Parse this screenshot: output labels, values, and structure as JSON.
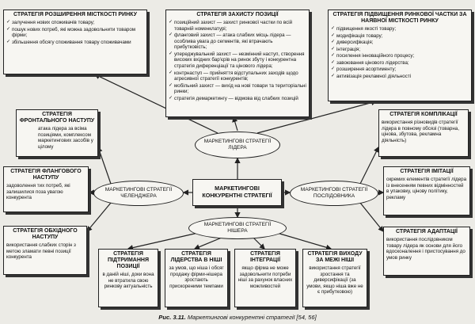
{
  "center": {
    "line1": "МАРКЕТИНГОВІ",
    "line2": "КОНКУРЕНТНІ СТРАТЕГІЇ"
  },
  "ellipses": {
    "leader": {
      "line1": "МАРКЕТИНГОВІ СТРАТЕГІЇ",
      "line2": "ЛІДЕРА"
    },
    "challenger": {
      "line1": "МАРКЕТИНГОВІ СТРАТЕГІЇ",
      "line2": "ЧЕЛЕНДЖЕРА"
    },
    "follower": {
      "line1": "МАРКЕТИНГОВІ СТРАТЕГІЇ",
      "line2": "ПОСЛІДОВНИКА"
    },
    "nicher": {
      "line1": "МАРКЕТИНГОВІ СТРАТЕГІЇ",
      "line2": "НІШЕРА"
    }
  },
  "boxes": {
    "expansion": {
      "title": "СТРАТЕГІЯ РОЗШИРЕННЯ МІСТКОСТІ РИНКУ",
      "items": [
        "залучення нових споживачів товару;",
        "пошук нових потреб, які можна задовольнити товаром фірми;",
        "збільшення обсягу споживання товару споживачами"
      ]
    },
    "defense": {
      "title": "СТРАТЕГІЯ ЗАХИСТУ ПОЗИЦІЇ",
      "items": [
        "позиційний захист — захист ринкової частки по всій товарній номенклатурі;",
        "фланговий захист — атака слабких місць лідера — особлива увага до сегментів, які втрачають прибутковість;",
        "упереджувальний захист — незмінний наступ, створення високих вхідних бар'єрів на ринок збуту і конкурентна стратегія диференціації та цінового лідера;",
        "контрнаступ — прийняття відступальних заходів щодо агресивної стратегії конкурентів;",
        "мобільний захист — вихід на нові товари та територіальні ринки;",
        "стратегія демаркетингу — відмова від слабких позицій"
      ]
    },
    "share": {
      "title": "СТРАТЕГІЯ ПІДВИЩЕННЯ РИНКОВОЇ ЧАСТКИ ЗА НАЯВНОЇ МІСТКОСТІ РИНКУ",
      "items": [
        "підвищення якості товару;",
        "модифікація товару;",
        "диверсифікація;",
        "інтеграція;",
        "посилення інноваційного процесу;",
        "завоювання цінового лідерства;",
        "розширення асортименту;",
        "активізація рекламної діяльності"
      ]
    },
    "frontal": {
      "title": "СТРАТЕГІЯ ФРОНТАЛЬНОГО НАСТУПУ",
      "body": "атака лідера за всіма позиціями, комплексом маркетингових засобів у цілому"
    },
    "flank": {
      "title": "СТРАТЕГІЯ ФЛАНГОВОГО НАСТУПУ",
      "body": "задоволення тих потреб, які залишилися поза увагою конкурента"
    },
    "bypass": {
      "title": "СТРАТЕГІЯ ОБХІДНОГО НАСТУПУ",
      "body": "використання слабких сторін з метою зламати певні позиції конкурента"
    },
    "complication": {
      "title": "СТРАТЕГІЯ КОМПЛІКАЦІЇ",
      "body": "використання різновидів стратегії лідера в повному обсязі (товарна, цінова, збутова, рекламна діяльність)"
    },
    "imitation": {
      "title": "СТРАТЕГІЯ ІМІТАЦІЇ",
      "body": "окремих елементів стратегії лідера із внесенням певних відмінностей в упаковку, цінову політику, рекламу"
    },
    "adaptation": {
      "title": "СТРАТЕГІЯ АДАПТАЦІЇ",
      "body": "використання послідовником товару лідера як основи для його вдосконалення і пристосування до умов ринку"
    },
    "position": {
      "title": "СТРАТЕГІЯ ПІДТРИМАННЯ ПОЗИЦІЇ",
      "body": "в даній ніші, доки вона не втратила свою ринкову актуальність"
    },
    "niche_leader": {
      "title": "СТРАТЕГІЯ ЛІДЕРСТВА В НІШІ",
      "body": "за умов, що ніша і обсяг продажу фірми-нішера зростають прискореними темпами"
    },
    "integration": {
      "title": "СТРАТЕГІЯ ІНТЕГРАЦІЇ",
      "body": "якщо фірма не може задовольнити потреби ніші за рахунок власних можливостей"
    },
    "exit": {
      "title": "СТРАТЕГІЯ ВИХОДУ ЗА МЕЖІ НІШІ",
      "body": "використання стратегії зростання та диверсифікації (за умови, якщо ніша вже не є прибутковою)"
    }
  },
  "caption": {
    "fig": "Рис. 3.11.",
    "text": "Маркетингові конкурентні стратегії [54, 56]"
  }
}
